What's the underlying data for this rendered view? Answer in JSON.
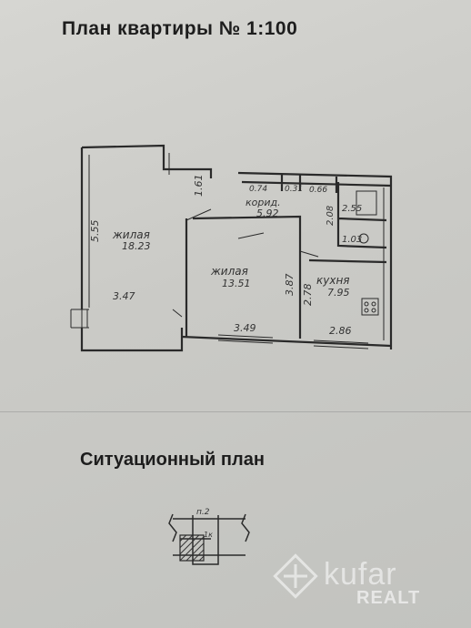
{
  "document": {
    "title": "План квартиры № 1:100",
    "situation_title": "Ситуационный план"
  },
  "floor_plan": {
    "living_room_1": {
      "name": "жилая",
      "area": "18.23",
      "side": "5.55",
      "width": "3.47"
    },
    "living_room_2": {
      "name": "жилая",
      "area": "13.51",
      "width": "3.49",
      "side": "3.87"
    },
    "corridor": {
      "name": "корид.",
      "area": "5.92",
      "door_width": "1.61"
    },
    "kitchen": {
      "name": "кухня",
      "area": "7.95",
      "side": "2.78",
      "width": "2.86"
    },
    "bathroom": {
      "area": "2.55",
      "side": "2.08"
    },
    "toilet": {
      "area": "1.03"
    },
    "closets": [
      "0.74",
      "0.31",
      "0.66"
    ]
  },
  "situation_plan": {
    "label_top": "п.2",
    "label_entrance": "1к"
  },
  "watermark": {
    "brand": "kufar",
    "sub": "REALT"
  }
}
